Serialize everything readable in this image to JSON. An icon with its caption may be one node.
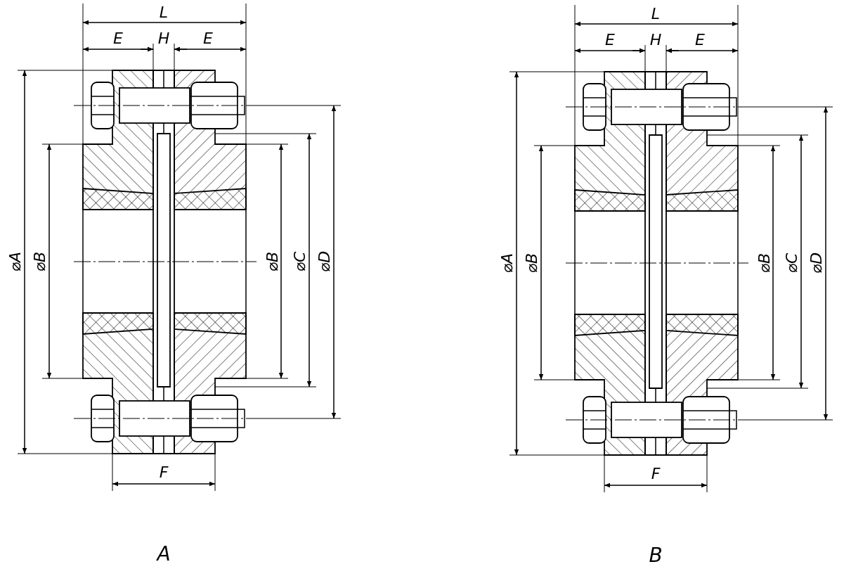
{
  "diagram": {
    "labels": [
      "L",
      "E",
      "H",
      "E",
      "⌀A",
      "⌀B",
      "⌀B",
      "⌀C",
      "⌀D",
      "F",
      "A",
      "L",
      "E",
      "H",
      "E",
      "⌀A",
      "⌀B",
      "⌀B",
      "⌀C",
      "⌀D",
      "F",
      "B"
    ]
  }
}
